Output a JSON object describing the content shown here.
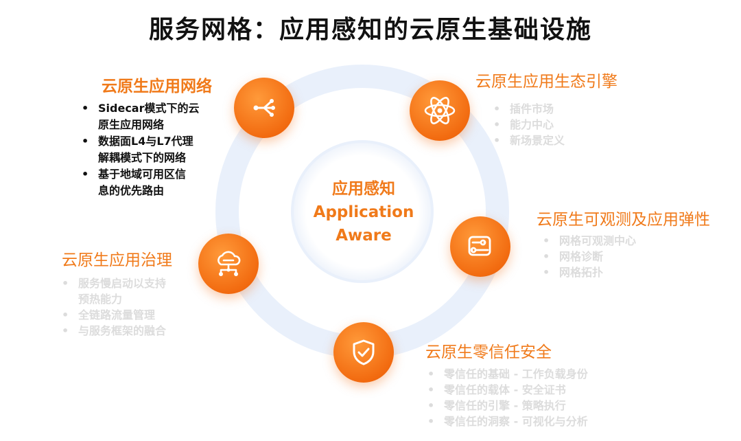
{
  "title": "服务网格：应用感知的云原生基础设施",
  "center": {
    "line1": "应用感知",
    "line2": "Application",
    "line3": "Aware"
  },
  "colors": {
    "accent": "#f07a1a",
    "ring": "#e9f0fb",
    "muted": "#dcdcdc"
  },
  "sections": {
    "network": {
      "heading": "云原生应用网络",
      "icon": "share-icon",
      "items": [
        "Sidecar模式下的云原生应用网络",
        "数据面L4与L7代理解耦模式下的网络",
        "基于地域可用区信息的优先路由"
      ],
      "item_lines": [
        [
          "Sidecar模式下的云",
          "原生应用网络"
        ],
        [
          "数据面L4与L7代理",
          "解耦模式下的网络"
        ],
        [
          "基于地域可用区信",
          "息的优先路由"
        ]
      ]
    },
    "ecosystem": {
      "heading": "云原生应用生态引擎",
      "icon": "atom-icon",
      "items": [
        "插件市场",
        "能力中心",
        "新场景定义"
      ]
    },
    "observability": {
      "heading": "云原生可观测及应用弹性",
      "icon": "flow-icon",
      "items": [
        "网格可观测中心",
        "网格诊断",
        "网格拓扑"
      ]
    },
    "governance": {
      "heading": "云原生应用治理",
      "icon": "cloud-network-icon",
      "items": [
        "服务慢启动以支持预热能力",
        "全链路流量管理",
        "与服务框架的融合"
      ],
      "item_lines": [
        [
          "服务慢启动以支持",
          "预热能力"
        ],
        [
          "全链路流量管理"
        ],
        [
          "与服务框架的融合"
        ]
      ]
    },
    "security": {
      "heading": "云原生零信任安全",
      "icon": "shield-check-icon",
      "items": [
        "零信任的基础 - 工作负载身份",
        "零信任的载体 - 安全证书",
        "零信任的引擎 - 策略执行",
        "零信任的洞察 - 可视化与分析"
      ]
    }
  }
}
